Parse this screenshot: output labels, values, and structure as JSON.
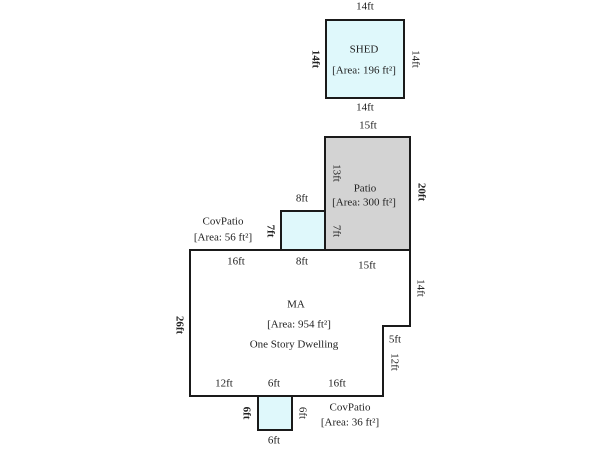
{
  "shed": {
    "name": "SHED",
    "area": "[Area: 196 ft²]",
    "top": "14ft",
    "bottom": "14ft",
    "left": "14ft",
    "right": "14ft",
    "fill": "#dff8fb"
  },
  "patio": {
    "name": "Patio",
    "area": "[Area: 300 ft²]",
    "top": "15ft",
    "right": "20ft",
    "left_upper": "13ft",
    "left_lower": "7ft",
    "fill": "#d3d3d3"
  },
  "covpatio_top": {
    "name": "CovPatio",
    "area": "[Area: 56 ft²]",
    "top": "8ft",
    "left": "7ft",
    "bottom": "8ft",
    "fill": "#dff8fb"
  },
  "main": {
    "name": "MA",
    "area": "[Area: 954 ft²]",
    "description": "One Story Dwelling",
    "top_left": "16ft",
    "top_right": "15ft",
    "right_upper": "14ft",
    "notch": "5ft",
    "right_lower": "12ft",
    "left": "26ft",
    "bottom_left": "12ft",
    "bottom_mid": "6ft",
    "bottom_right": "16ft"
  },
  "covpatio_bottom": {
    "name": "CovPatio",
    "area": "[Area: 36 ft²]",
    "left": "6ft",
    "right": "6ft",
    "bottom": "6ft",
    "fill": "#dff8fb"
  }
}
